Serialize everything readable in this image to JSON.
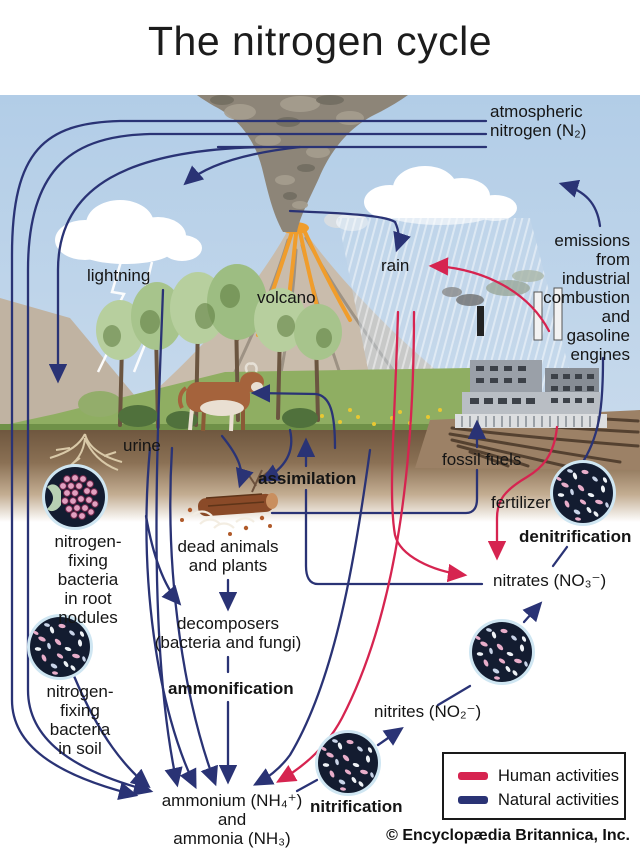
{
  "title": "The nitrogen cycle",
  "colors": {
    "human_activities": "#d62450",
    "natural_activities": "#2a3375",
    "sky": "#b7d1e8",
    "soil": "#7a5f45",
    "grass": "#8fae62"
  },
  "pools": {
    "atmospheric_nitrogen": "atmospheric nitrogen (N₂)",
    "nitrates": "nitrates (NO₃⁻)",
    "nitrites": "nitrites (NO₂⁻)",
    "ammonium_lines": [
      "ammonium (NH₄⁺)",
      "and",
      "ammonia (NH₃)"
    ]
  },
  "processes": {
    "assimilation": "assimilation",
    "ammonification": "ammonification",
    "nitrification": "nitrification",
    "denitrification": "denitrification"
  },
  "scene_labels": {
    "lightning": "lightning",
    "volcano": "volcano",
    "rain": "rain",
    "urine": "urine",
    "fossil_fuels": "fossil fuels",
    "fertilizer": "fertilizer",
    "emissions": "emissions from industrial combustion and gasoline engines",
    "dead_animals": "dead animals and plants",
    "decomposers": "decomposers (bacteria and fungi)"
  },
  "organisms": {
    "root_nodule_lines": [
      "nitrogen-",
      "fixing",
      "bacteria",
      "in root",
      "nodules"
    ],
    "soil_bacteria_lines": [
      "nitrogen-",
      "fixing",
      "bacteria",
      "in soil"
    ]
  },
  "legend": {
    "items": [
      {
        "label": "Human activities",
        "color": "#d62450"
      },
      {
        "label": "Natural activities",
        "color": "#2a3375"
      }
    ]
  },
  "copyright": "© Encyclopædia Britannica, Inc."
}
